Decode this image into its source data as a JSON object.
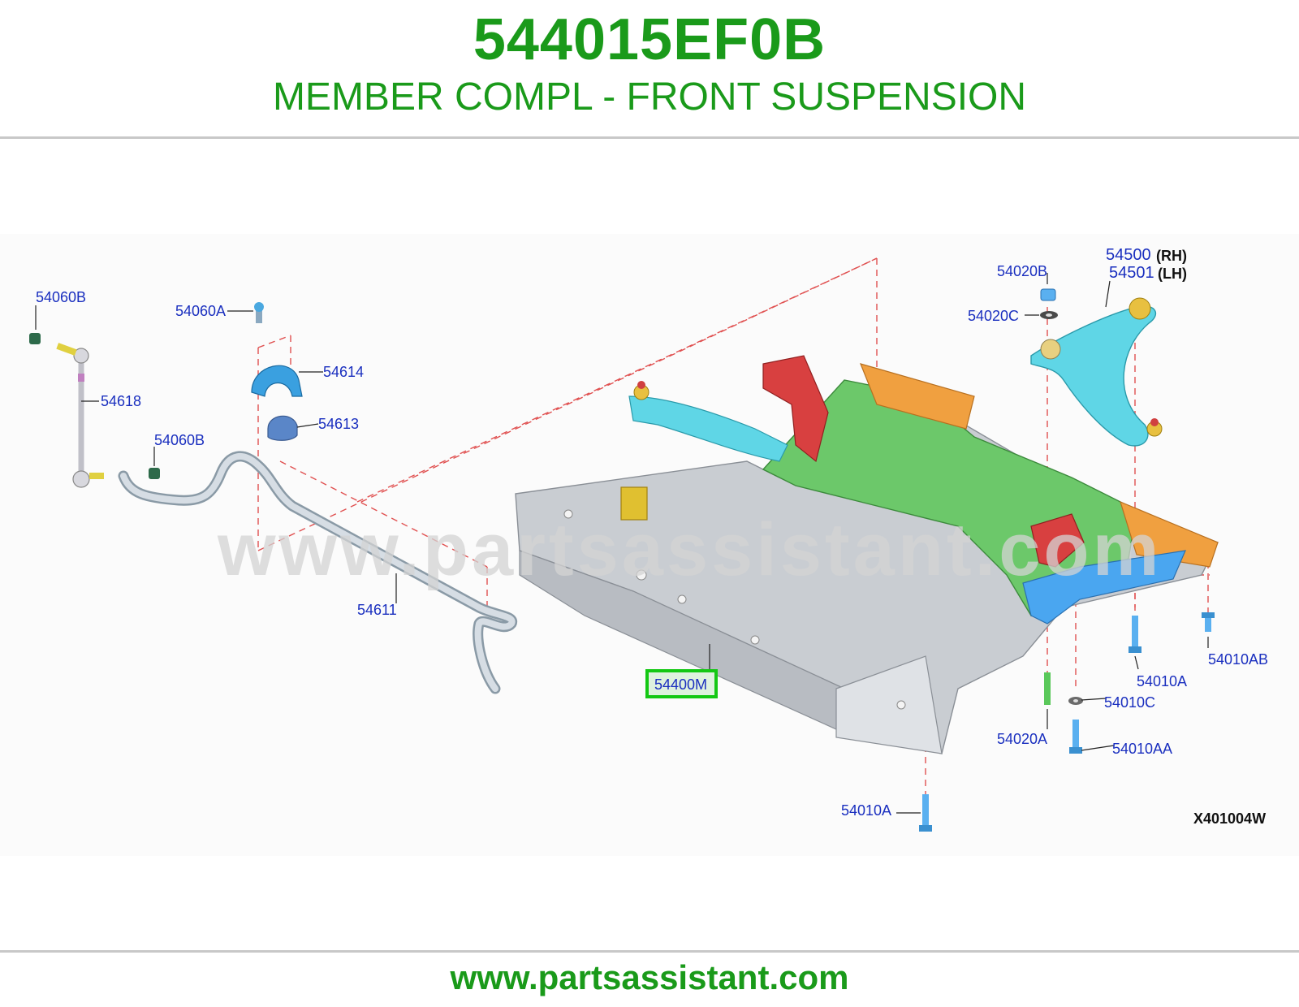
{
  "header": {
    "part_number": "544015EF0B",
    "description": "MEMBER COMPL - FRONT SUSPENSION"
  },
  "diagram": {
    "watermark": "www.partsassistant.com",
    "reference_code": "X401004W",
    "callouts": {
      "c54060B_top": "54060B",
      "c54060A": "54060A",
      "c54614": "54614",
      "c54618": "54618",
      "c54613": "54613",
      "c54060B_mid": "54060B",
      "c54611": "54611",
      "c54400M": "54400M",
      "c54020B": "54020B",
      "c54500": "54500",
      "c54501": "54501",
      "c54020C": "54020C",
      "c54010AB": "54010AB",
      "c54010A_right": "54010A",
      "c54010C": "54010C",
      "c54020A": "54020A",
      "c54010AA": "54010AA",
      "c54010A_bottom": "54010A"
    },
    "side_labels": {
      "rh": "(RH)",
      "lh": "(LH)"
    },
    "highlight_color": "#14c814",
    "callout_color": "#1a2fbf"
  },
  "footer": {
    "url": "www.partsassistant.com"
  }
}
